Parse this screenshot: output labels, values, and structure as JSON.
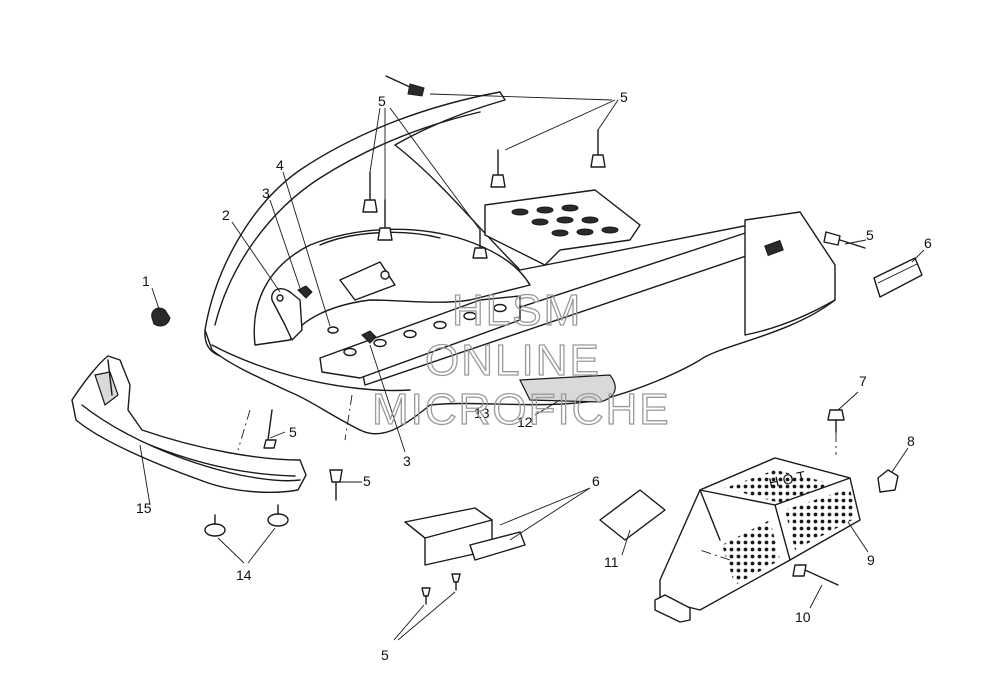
{
  "watermark": {
    "line1": "HLSM",
    "line2": "ONLINE",
    "line3": "MICROFICHE"
  },
  "callouts": {
    "c1": "1",
    "c2": "2",
    "c3a": "3",
    "c3b": "3",
    "c4": "4",
    "c5_top_left": "5",
    "c5_top_right": "5",
    "c5_right": "5",
    "c5_front_a": "5",
    "c5_front_b": "5",
    "c5_bottom": "5",
    "c6_right": "6",
    "c6_bottom": "6",
    "c7": "7",
    "c8": "8",
    "c9": "9",
    "c10": "10",
    "c11": "11",
    "c12": "12",
    "c13": "13",
    "c14": "14",
    "c15": "15"
  },
  "heat_shield_label": "H O T"
}
